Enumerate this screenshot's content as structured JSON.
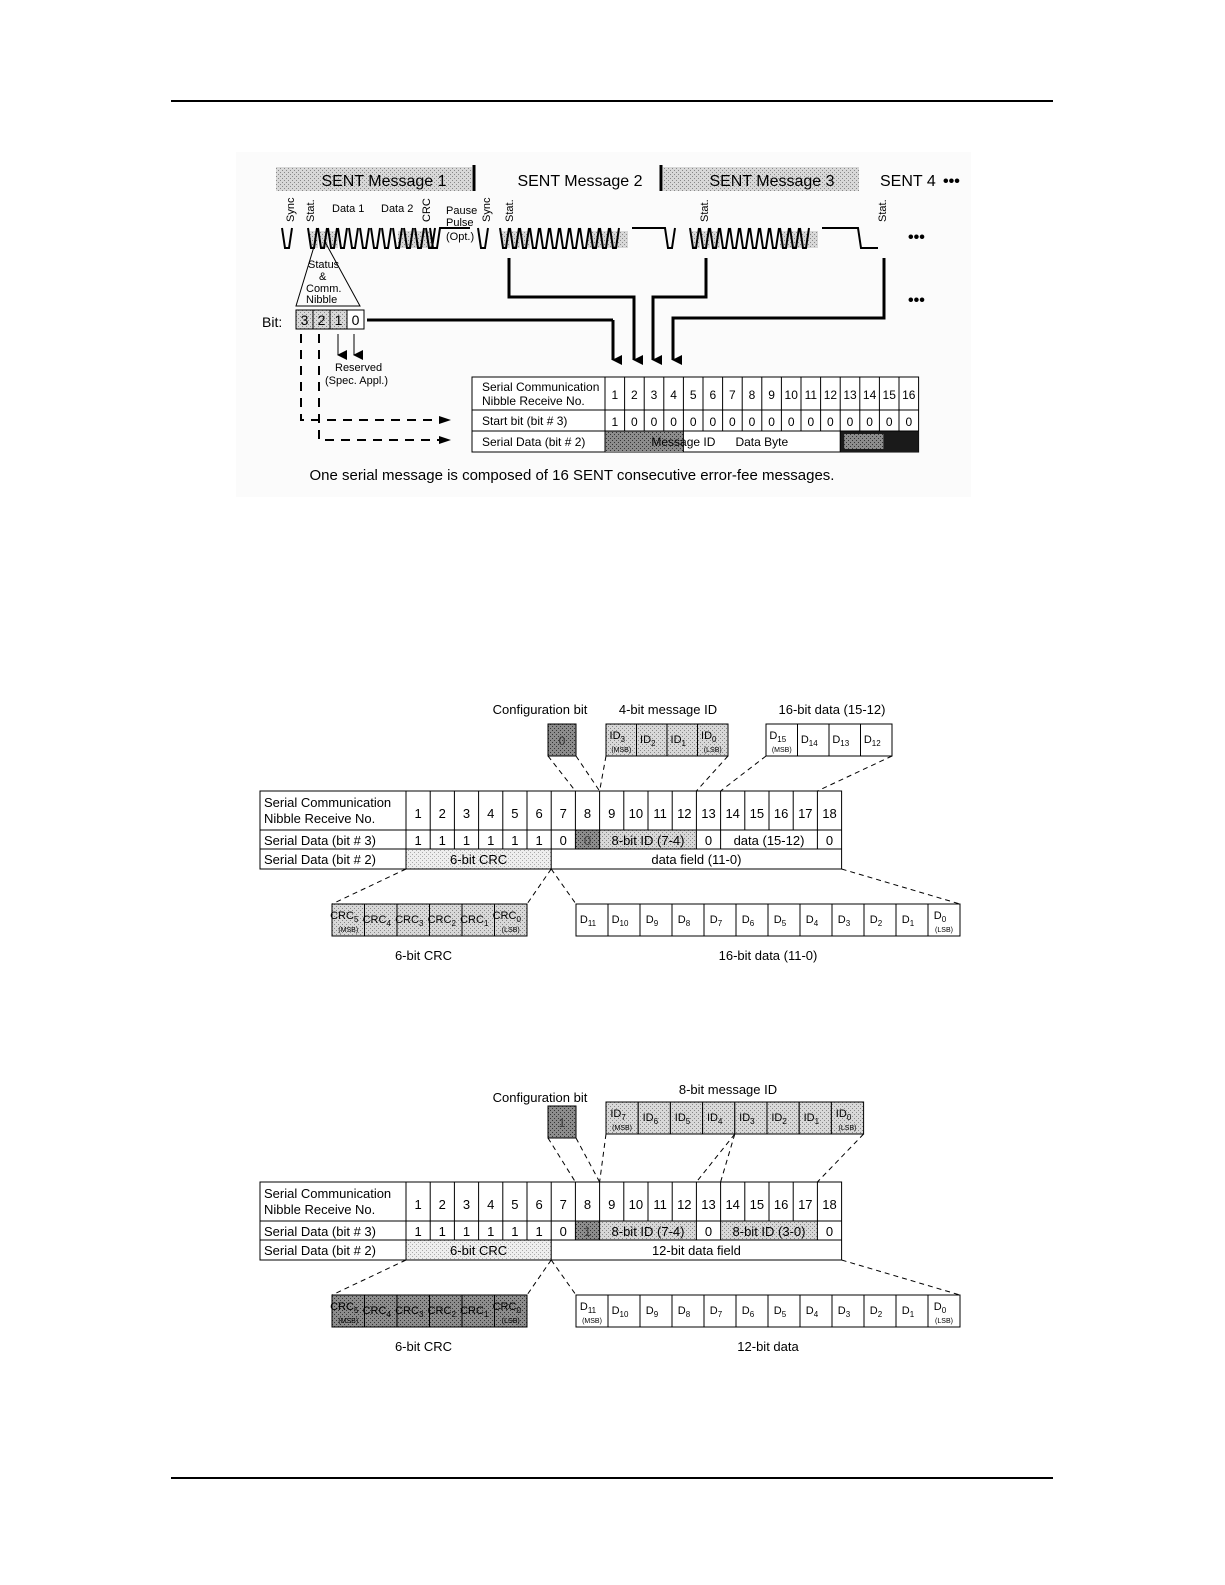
{
  "fig1": {
    "msg1": "SENT Message 1",
    "msg2": "SENT Message 2",
    "msg3": "SENT Message 3",
    "msg4": "SENT 4",
    "ellipsis": "•••",
    "labels": {
      "sync": "Sync",
      "stat": "Stat.",
      "data1": "Data 1",
      "data2": "Data 2",
      "crc": "CRC",
      "pause1": "Pause",
      "pause2": "Pulse",
      "pause3": "(Opt.)",
      "status1": "Status",
      "status2": "&",
      "status3": "Comm.",
      "status4": "Nibble",
      "bit": "Bit:",
      "reserved1": "Reserved",
      "reserved2": "(Spec. Appl.)"
    },
    "bits": [
      "3",
      "2",
      "1",
      "0"
    ],
    "table": {
      "row_head1a": "Serial Communication",
      "row_head1b": "Nibble Receive No.",
      "row_head2": "Start bit (bit # 3)",
      "row_head3": "Serial Data (bit # 2)",
      "nums": [
        "1",
        "2",
        "3",
        "4",
        "5",
        "6",
        "7",
        "8",
        "9",
        "10",
        "11",
        "12",
        "13",
        "14",
        "15",
        "16"
      ],
      "start_bits": [
        "1",
        "0",
        "0",
        "0",
        "0",
        "0",
        "0",
        "0",
        "0",
        "0",
        "0",
        "0",
        "0",
        "0",
        "0",
        "0"
      ],
      "message_id": "Message ID",
      "data_byte": "Data Byte"
    },
    "caption": "One serial message is composed of 16 SENT consecutive error-fee messages."
  },
  "fig2": {
    "config_label": "Configuration bit",
    "id_label": "4-bit message ID",
    "data_hi_label": "16-bit data (15-12)",
    "config_val": "0",
    "ids": [
      {
        "main": "ID",
        "sub": "3",
        "note": "(MSB)"
      },
      {
        "main": "ID",
        "sub": "2",
        "note": ""
      },
      {
        "main": "ID",
        "sub": "1",
        "note": ""
      },
      {
        "main": "ID",
        "sub": "0",
        "note": "(LSB)"
      }
    ],
    "data_hi": [
      {
        "main": "D",
        "sub": "15",
        "note": "(MSB)"
      },
      {
        "main": "D",
        "sub": "14",
        "note": ""
      },
      {
        "main": "D",
        "sub": "13",
        "note": ""
      },
      {
        "main": "D",
        "sub": "12",
        "note": ""
      }
    ],
    "row_head1a": "Serial Communication",
    "row_head1b": "Nibble Receive No.",
    "row_head2": "Serial Data (bit # 3)",
    "row_head3": "Serial Data (bit # 2)",
    "nums": [
      "1",
      "2",
      "3",
      "4",
      "5",
      "6",
      "7",
      "8",
      "9",
      "10",
      "11",
      "12",
      "13",
      "14",
      "15",
      "16",
      "17",
      "18"
    ],
    "bit3": [
      "1",
      "1",
      "1",
      "1",
      "1",
      "1",
      "0"
    ],
    "id_span": "8-bit  ID (7-4)",
    "zero13": "0",
    "data_span": "data (15-12)",
    "zero18": "0",
    "crc_span": "6-bit CRC",
    "data_field": "data field (11-0)",
    "crc_cells": [
      {
        "main": "CRC",
        "sub": "5",
        "note": "(MSB)"
      },
      {
        "main": "CRC",
        "sub": "4",
        "note": ""
      },
      {
        "main": "CRC",
        "sub": "3",
        "note": ""
      },
      {
        "main": "CRC",
        "sub": "2",
        "note": ""
      },
      {
        "main": "CRC",
        "sub": "1",
        "note": ""
      },
      {
        "main": "CRC",
        "sub": "0",
        "note": "(LSB)"
      }
    ],
    "data_lo": [
      {
        "main": "D",
        "sub": "11",
        "note": ""
      },
      {
        "main": "D",
        "sub": "10",
        "note": ""
      },
      {
        "main": "D",
        "sub": "9",
        "note": ""
      },
      {
        "main": "D",
        "sub": "8",
        "note": ""
      },
      {
        "main": "D",
        "sub": "7",
        "note": ""
      },
      {
        "main": "D",
        "sub": "6",
        "note": ""
      },
      {
        "main": "D",
        "sub": "5",
        "note": ""
      },
      {
        "main": "D",
        "sub": "4",
        "note": ""
      },
      {
        "main": "D",
        "sub": "3",
        "note": ""
      },
      {
        "main": "D",
        "sub": "2",
        "note": ""
      },
      {
        "main": "D",
        "sub": "1",
        "note": ""
      },
      {
        "main": "D",
        "sub": "0",
        "note": "(LSB)"
      }
    ],
    "crc_caption": "6-bit CRC",
    "data_caption": "16-bit data (11-0)"
  },
  "fig3": {
    "config_label": "Configuration bit",
    "id_label": "8-bit message ID",
    "config_val": "1",
    "ids": [
      {
        "main": "ID",
        "sub": "7",
        "note": "(MSB)"
      },
      {
        "main": "ID",
        "sub": "6",
        "note": ""
      },
      {
        "main": "ID",
        "sub": "5",
        "note": ""
      },
      {
        "main": "ID",
        "sub": "4",
        "note": ""
      },
      {
        "main": "ID",
        "sub": "3",
        "note": ""
      },
      {
        "main": "ID",
        "sub": "2",
        "note": ""
      },
      {
        "main": "ID",
        "sub": "1",
        "note": ""
      },
      {
        "main": "ID",
        "sub": "0",
        "note": "(LSB)"
      }
    ],
    "row_head1a": "Serial Communication",
    "row_head1b": "Nibble Receive No.",
    "row_head2": "Serial Data (bit # 3)",
    "row_head3": "Serial Data (bit # 2)",
    "nums": [
      "1",
      "2",
      "3",
      "4",
      "5",
      "6",
      "7",
      "8",
      "9",
      "10",
      "11",
      "12",
      "13",
      "14",
      "15",
      "16",
      "17",
      "18"
    ],
    "bit3": [
      "1",
      "1",
      "1",
      "1",
      "1",
      "1",
      "0"
    ],
    "id_span1": "8-bit  ID (7-4)",
    "zero13": "0",
    "id_span2": "8-bit  ID (3-0)",
    "zero18": "0",
    "crc_span": "6-bit CRC",
    "data_field": "12-bit data field",
    "crc_cells": [
      {
        "main": "CRC",
        "sub": "5",
        "note": "(MSB)"
      },
      {
        "main": "CRC",
        "sub": "4",
        "note": ""
      },
      {
        "main": "CRC",
        "sub": "3",
        "note": ""
      },
      {
        "main": "CRC",
        "sub": "2",
        "note": ""
      },
      {
        "main": "CRC",
        "sub": "1",
        "note": ""
      },
      {
        "main": "CRC",
        "sub": "0",
        "note": "(LSB)"
      }
    ],
    "data_lo": [
      {
        "main": "D",
        "sub": "11",
        "note": "(MSB)"
      },
      {
        "main": "D",
        "sub": "10",
        "note": ""
      },
      {
        "main": "D",
        "sub": "9",
        "note": ""
      },
      {
        "main": "D",
        "sub": "8",
        "note": ""
      },
      {
        "main": "D",
        "sub": "7",
        "note": ""
      },
      {
        "main": "D",
        "sub": "6",
        "note": ""
      },
      {
        "main": "D",
        "sub": "5",
        "note": ""
      },
      {
        "main": "D",
        "sub": "4",
        "note": ""
      },
      {
        "main": "D",
        "sub": "3",
        "note": ""
      },
      {
        "main": "D",
        "sub": "2",
        "note": ""
      },
      {
        "main": "D",
        "sub": "1",
        "note": ""
      },
      {
        "main": "D",
        "sub": "0",
        "note": "(LSB)"
      }
    ],
    "crc_caption": "6-bit CRC",
    "data_caption": "12-bit data"
  }
}
